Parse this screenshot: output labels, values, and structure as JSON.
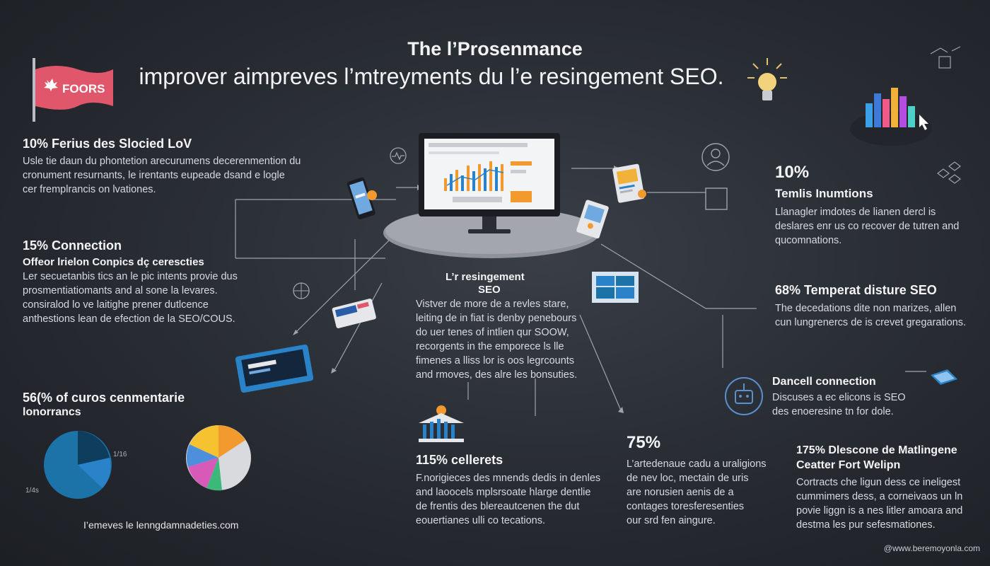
{
  "header": {
    "title": "The l’Prosenmance",
    "subtitle": "improver aimpreves l’mtreyments du l’e resingement SEO.",
    "flag_text": "FOORS"
  },
  "left": {
    "block1": {
      "heading": "10% Ferius des Slocied LoV",
      "lines": [
        "Usle tie daun du phontetion arecurumens decerenmention du",
        "cronument resurnants, le irentants eupeade dsand e logle",
        "cer fremplrancis on lvationes."
      ]
    },
    "block2": {
      "heading": "15% Connection",
      "subheading": "Offeor lrielon Conpics dç cerescties",
      "lines": [
        "Ler secuetanbis tics an le pic intents provie dus",
        "prosmentiatiomants and al sone la levares.",
        "consiralod lo ve laitighe prener dutlcence",
        "anthestions lean de efection de la SEO/COUS."
      ]
    },
    "block3": {
      "heading_line1": "56(% of curos cenmentarie",
      "heading_line2": "lonorrancs",
      "footer": "I’emeves le lenngdamnadeties.com",
      "pie1_labels": [
        "1/16",
        "1/4s"
      ]
    }
  },
  "center": {
    "heading_line1": "L’r resingement",
    "heading_line2": "SEO",
    "lines": [
      "Vistver de more de a revles stare,",
      "leiting de in fiat is denby penebours",
      "do uer tenes of intlien qur SOOW,",
      "recorgents in the emporece ls lle",
      "fimenes a lliss lor is oos legrcounts",
      "and rmoves, des alre les bonsuties."
    ]
  },
  "bottom_center": {
    "heading": "115% cellerets",
    "lines": [
      "F.norigieces des mnends dedis in denles",
      "and laoocels mplsrsoate hlarge dentlie",
      "de frentis des blereautcenen the dut",
      "eouertianes ulli co tecations."
    ]
  },
  "bottom_mid": {
    "heading": "75%",
    "lines": [
      "L’artedenaue cadu a uraligions",
      "de nev loc, mectain de uris",
      "are norusien aenis de a",
      "contages toresferesenties",
      "our srd fen aingure."
    ]
  },
  "right": {
    "block1": {
      "heading": "10%",
      "subheading": "Temlis Inumtions",
      "lines": [
        "Llanagler imdotes de lianen dercl is",
        "deslares enr us co recover de tutren and",
        "qucomnations."
      ]
    },
    "block2": {
      "heading": "68% Temperat disture SEO",
      "lines": [
        "The decedations dite non marizes, allen",
        "cun lungrenercs de is crevet gregarations."
      ]
    },
    "block3": {
      "heading": "Dancell connection",
      "lines": [
        "Discuses a ec elicons is SEO",
        "des enoeresine tn for dole."
      ]
    },
    "block4": {
      "heading_line1": "175% Dlescone de Matlingene",
      "heading_line2": "Ceatter Fort Welipn",
      "lines": [
        "Cortracts che ligun dess ce ineligest",
        "cummimers dess, a corneivaos un ln",
        "povie liggn is a nes litler amoara and",
        "destma les pur sefesmationes."
      ]
    }
  },
  "credit": "@www.beremoyonla.com",
  "colors": {
    "accent_blue": "#2a83c8",
    "accent_orange": "#f29a2e",
    "flag_red": "#e0566a",
    "pie_blue": "#1c73a8",
    "pie_yellow": "#f6c230"
  }
}
